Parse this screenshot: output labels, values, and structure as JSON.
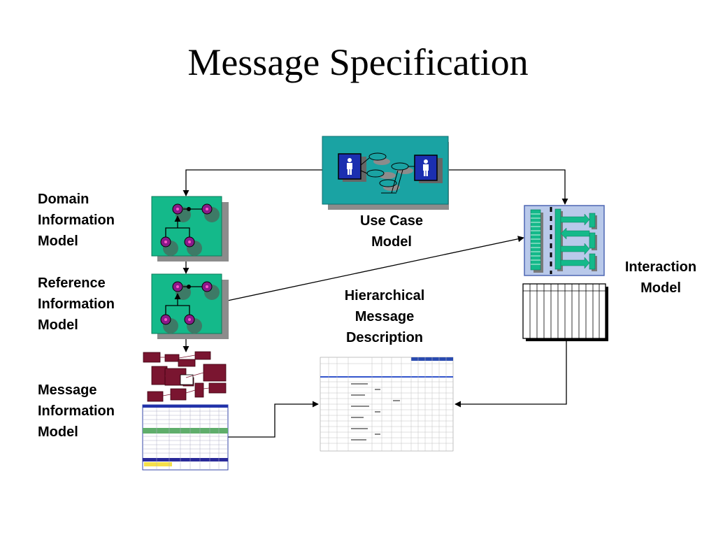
{
  "title": "Message Specification",
  "labels": {
    "domain_information_model": [
      "Domain",
      "Information",
      "Model"
    ],
    "reference_information_model": [
      "Reference",
      "Information",
      "Model"
    ],
    "message_information_model": [
      "Message",
      "Information",
      "Model"
    ],
    "use_case_model": [
      "Use Case",
      "Model"
    ],
    "hierarchical_message_description": [
      "Hierarchical",
      "Message",
      "Description"
    ],
    "interaction_model": [
      "Interaction",
      "Model"
    ]
  },
  "colors": {
    "model_green": "#14b98a",
    "use_case_teal": "#1aa3a3",
    "interaction_blue": "#b9c9ea",
    "node_purple": "#8a1a8a",
    "shadow_gray": "#7f7f7f"
  }
}
